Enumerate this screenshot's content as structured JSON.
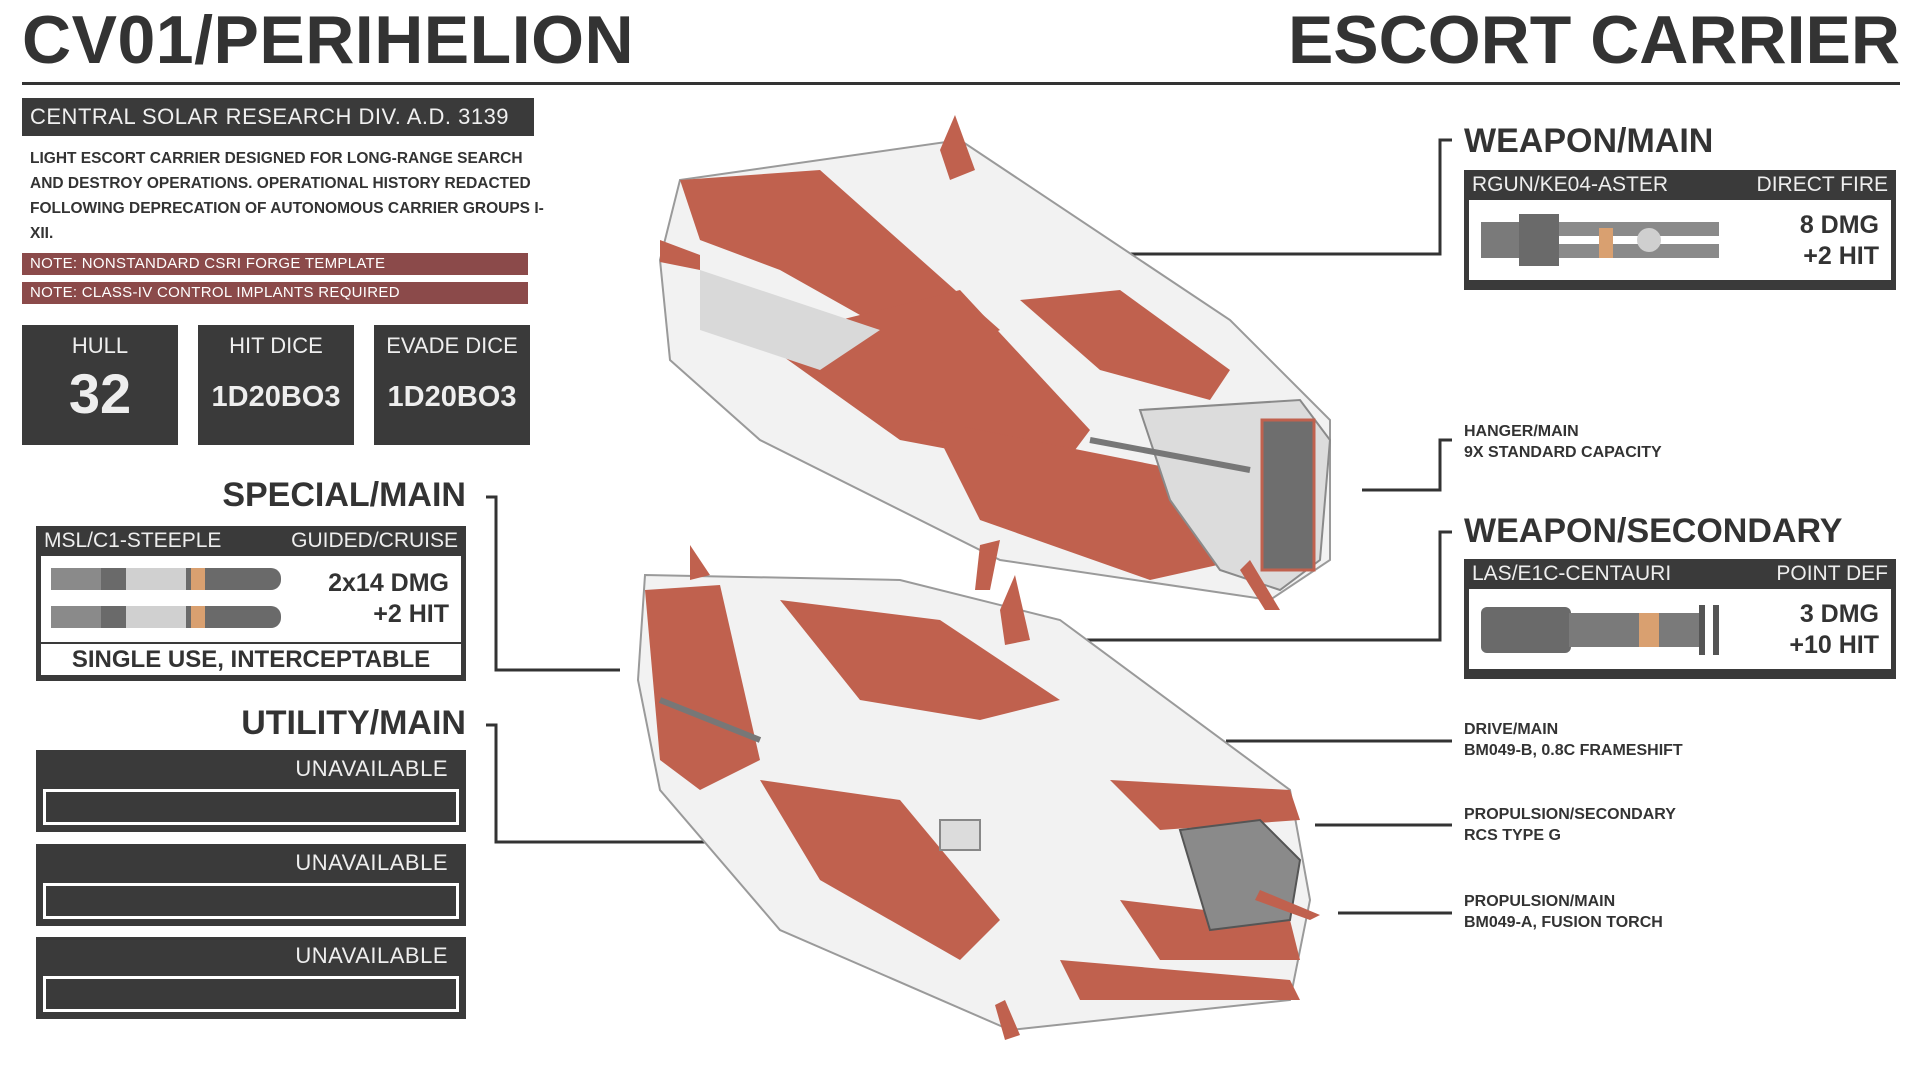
{
  "header": {
    "designation": "CV01/PERIHELION",
    "ship_class": "ESCORT CARRIER"
  },
  "division": "CENTRAL SOLAR RESEARCH DIV. A.D. 3139",
  "description": "LIGHT ESCORT CARRIER DESIGNED FOR LONG-RANGE SEARCH AND DESTROY OPERATIONS. OPERATIONAL HISTORY REDACTED FOLLOWING DEPRECATION OF AUTONOMOUS CARRIER GROUPS I-XII.",
  "notes": [
    "NOTE: NONSTANDARD CSRI FORGE TEMPLATE",
    "NOTE: CLASS-IV CONTROL IMPLANTS REQUIRED"
  ],
  "stats": {
    "hull": {
      "label": "HULL",
      "value": "32"
    },
    "hit_dice": {
      "label": "HIT DICE",
      "value": "1D20BO3"
    },
    "evade_dice": {
      "label": "EVADE DICE",
      "value": "1D20BO3"
    }
  },
  "special": {
    "title": "SPECIAL/MAIN",
    "name": "MSL/C1-STEEPLE",
    "type": "GUIDED/CRUISE",
    "damage": "2x14 DMG",
    "hit": "+2 HIT",
    "footer": "SINGLE USE, INTERCEPTABLE"
  },
  "utility": {
    "title": "UTILITY/MAIN",
    "slots": [
      "UNAVAILABLE",
      "UNAVAILABLE",
      "UNAVAILABLE"
    ]
  },
  "weapon_main": {
    "title": "WEAPON/MAIN",
    "name": "RGUN/KE04-ASTER",
    "type": "DIRECT FIRE",
    "damage": "8 DMG",
    "hit": "+2 HIT"
  },
  "weapon_secondary": {
    "title": "WEAPON/SECONDARY",
    "name": "LAS/E1C-CENTAURI",
    "type": "POINT DEF",
    "damage": "3 DMG",
    "hit": "+10 HIT"
  },
  "callouts": {
    "hanger": {
      "name": "HANGER/MAIN",
      "detail": "9X STANDARD CAPACITY"
    },
    "drive": {
      "name": "DRIVE/MAIN",
      "detail": "BM049-B, 0.8C FRAMESHIFT"
    },
    "propulsion_secondary": {
      "name": "PROPULSION/SECONDARY",
      "detail": "RCS TYPE G"
    },
    "propulsion_main": {
      "name": "PROPULSION/MAIN",
      "detail": "BM049-A, FUSION TORCH"
    }
  },
  "colors": {
    "hull_accent": "#c0614e",
    "panel_dark": "#3a3a3a",
    "note_red": "#8b4a4a"
  }
}
